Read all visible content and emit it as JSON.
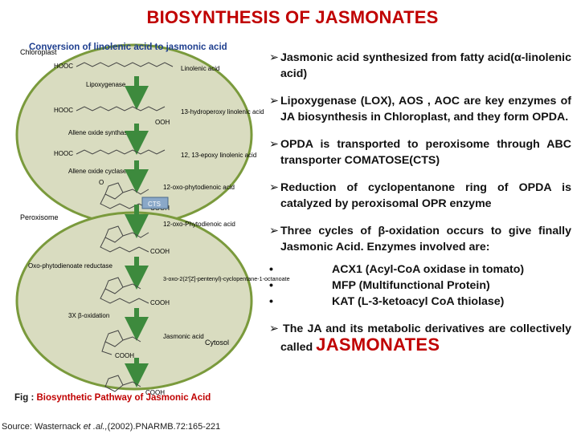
{
  "title": "BIOSYNTHESIS OF JASMONATES",
  "figure": {
    "header": "Conversion of linolenic acid to jasmonic acid",
    "chloroplast_label": "Chloroplast",
    "peroxisome_label": "Peroxisome",
    "cytosol_label": "Cytosol",
    "transporter_label": "CTS",
    "chloroplast_enzymes": [
      "Lipoxygenase",
      "Allene oxide synthase",
      "Allene oxide cyclase"
    ],
    "chloroplast_products": [
      "Linolenic acid",
      "13-hydroperoxy linolenic acid",
      "12, 13-epoxy linolenic acid",
      "12-oxo-phytodienoic acid"
    ],
    "peroxisome_enzymes": [
      "Oxo-phytodienoate reductase",
      "3X β-oxidation"
    ],
    "peroxisome_products": [
      "12-oxo-Phytodienoic acid",
      "3-oxo-2(2'[Z]-pentenyl)-cyclopentane-1-octanoate",
      "Jasmonic acid"
    ],
    "chem_labels": {
      "hooc": "HOOC",
      "cooh": "COOH",
      "ooh": "OOH",
      "o": "O"
    },
    "caption_prefix": "Fig : ",
    "caption": "Biosynthetic Pathway of  Jasmonic Acid"
  },
  "source": {
    "prefix": "Source: Wasternack  ",
    "etal": "et .al.,",
    "rest": "(2002).PNARMB.72:165-221"
  },
  "bullets": [
    "Jasmonic acid synthesized from fatty acid(α-linolenic acid)",
    "Lipoxygenase (LOX), AOS , AOC  are key enzymes of JA biosynthesis in Chloroplast, and they form OPDA.",
    "OPDA  is transported to peroxisome through ABC transporter COMATOSE(CTS)",
    "Reduction of cyclopentanone ring of OPDA is catalyzed by peroxisomal OPR enzyme",
    "Three cycles of β-oxidation occurs to give finally Jasmonic Acid. Enzymes involved are:"
  ],
  "enzymes": [
    "ACX1 (Acyl-CoA oxidase in tomato)",
    "MFP (Multifunctional Protein)",
    "KAT (L-3-ketoacyl CoA  thiolase)"
  ],
  "final_bullet": {
    "text": " The JA  and  its metabolic derivatives are collectively called ",
    "emphasis": "JASMONATES"
  },
  "symbols": {
    "arrow_bullet": "➢",
    "dot_bullet": "•"
  },
  "colors": {
    "title": "#c00000",
    "header": "#1f3f8f",
    "membrane": "#7a9a3c",
    "fill": "#d9dcc0",
    "arrow": "#3d8a3d"
  }
}
